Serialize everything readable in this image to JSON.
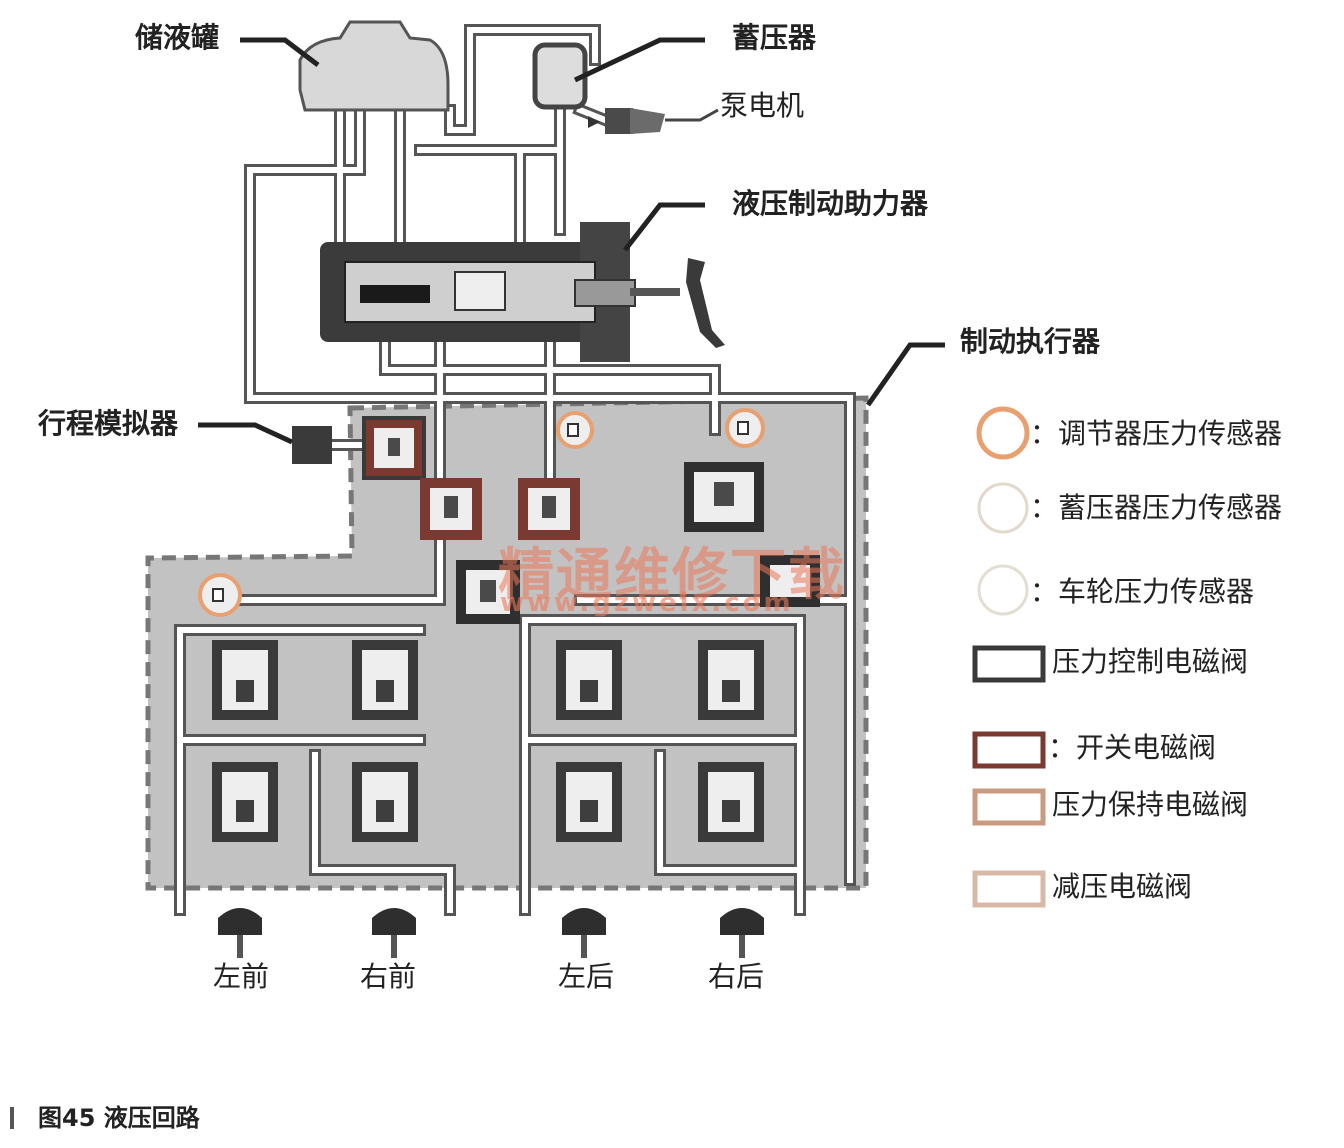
{
  "labels": {
    "reservoir": "储液罐",
    "accumulator": "蓄压器",
    "pump_motor": "泵电机",
    "booster": "液压制动助力器",
    "actuator": "制动执行器",
    "stroke_simulator": "行程模拟器"
  },
  "wheels": {
    "front_left": "左前",
    "front_right": "右前",
    "rear_left": "左后",
    "rear_right": "右后"
  },
  "legend": [
    {
      "id": "regulator-pressure-sensor",
      "text": "：调节器压力传感器",
      "color": "#e8a070"
    },
    {
      "id": "accumulator-pressure-sensor",
      "text": "：蓄压器压力传感器",
      "color": "#e4d8cc"
    },
    {
      "id": "wheel-pressure-sensor",
      "text": "：车轮压力传感器",
      "color": "#e4ddd2"
    },
    {
      "id": "pressure-control-valve",
      "text": "压力控制电磁阀",
      "color": "#3a3a3a"
    },
    {
      "id": "switch-valve",
      "text": "：开关电磁阀",
      "color": "#7a3a32"
    },
    {
      "id": "pressure-hold-valve",
      "text": "压力保持电磁阀",
      "color": "#c89a80"
    },
    {
      "id": "pressure-reduce-valve",
      "text": "减压电磁阀",
      "color": "#d8b8a6"
    }
  ],
  "watermark": {
    "cn": "精通维修下载",
    "url": "www.gzweix.com"
  },
  "caption": "图45  液压回路"
}
